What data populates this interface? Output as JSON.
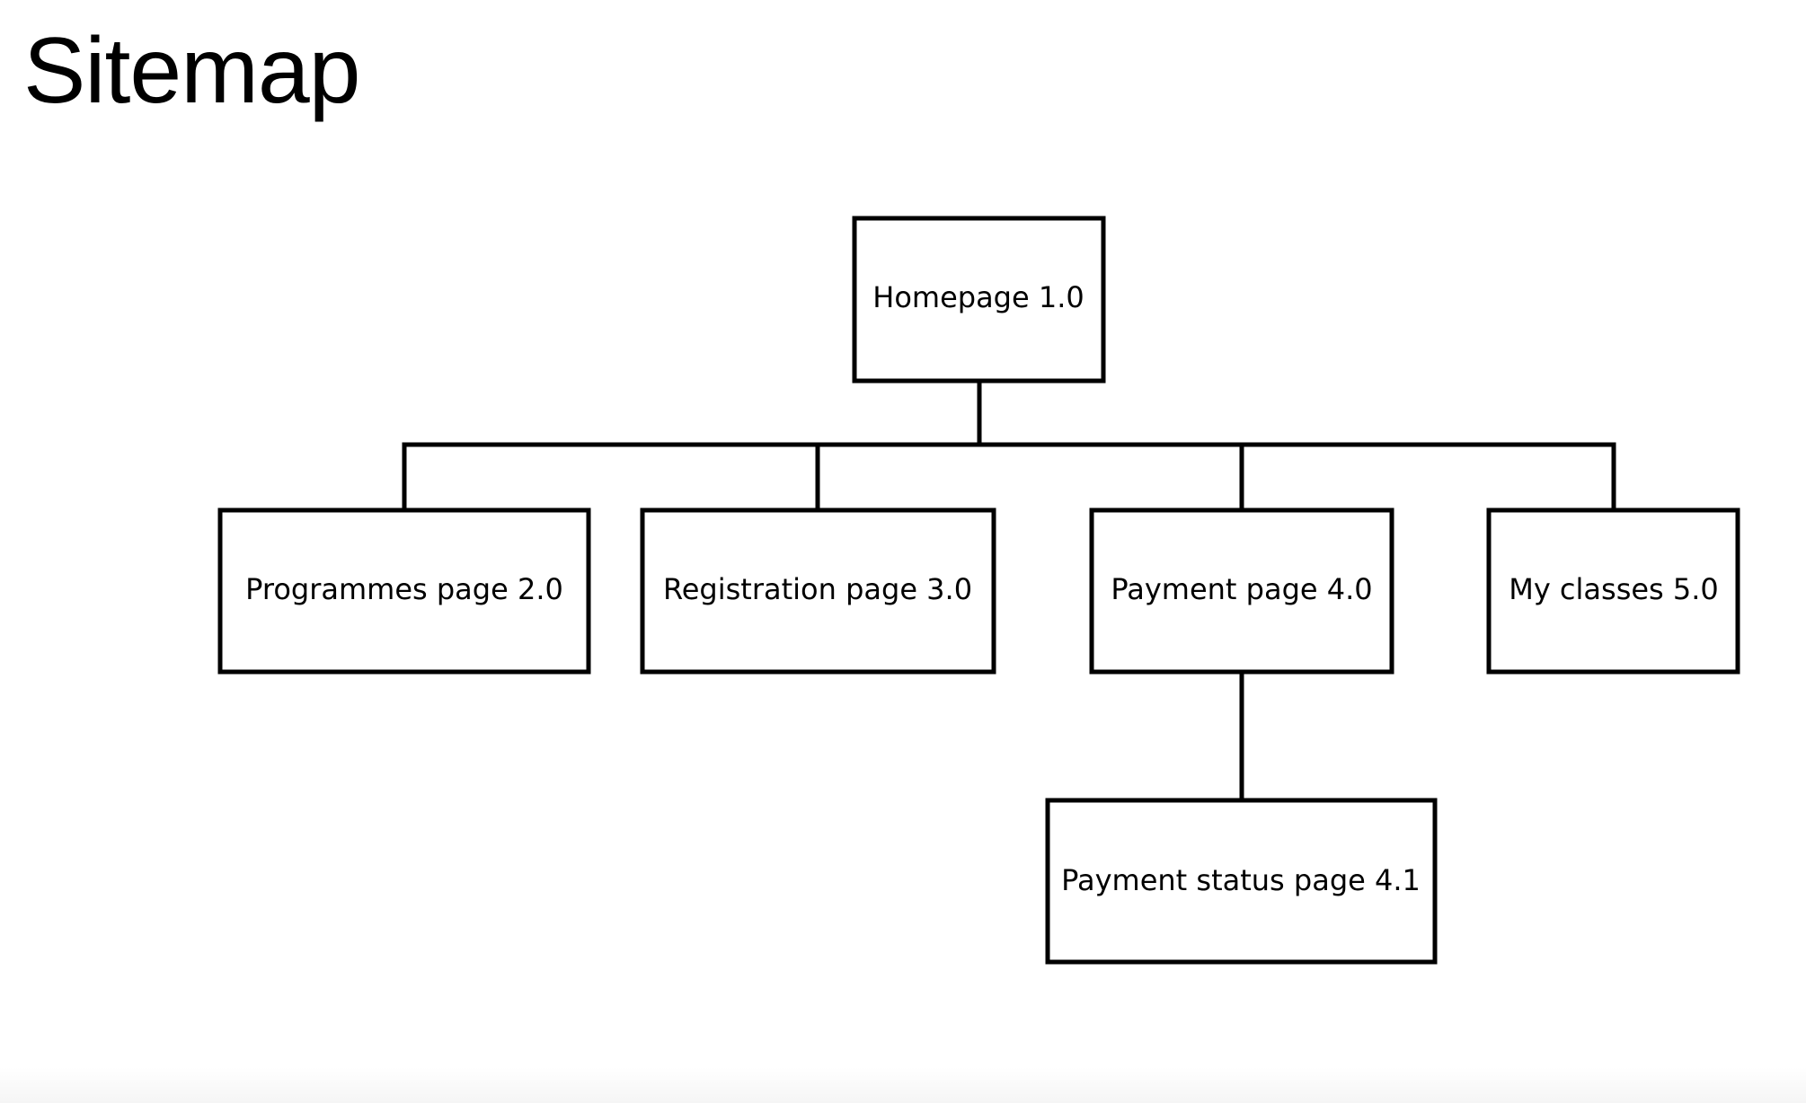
{
  "title": "Sitemap",
  "diagram": {
    "nodes": [
      {
        "id": "home",
        "label": "Homepage 1.0"
      },
      {
        "id": "programmes",
        "label": "Programmes page  2.0"
      },
      {
        "id": "registration",
        "label": "Registration page 3.0"
      },
      {
        "id": "payment",
        "label": "Payment page 4.0"
      },
      {
        "id": "classes",
        "label": "My classes 5.0"
      },
      {
        "id": "payment-status",
        "label": "Payment status page 4.1"
      }
    ],
    "edges": [
      {
        "from": "home",
        "to": "programmes"
      },
      {
        "from": "home",
        "to": "registration"
      },
      {
        "from": "home",
        "to": "payment"
      },
      {
        "from": "home",
        "to": "classes"
      },
      {
        "from": "payment",
        "to": "payment-status"
      }
    ]
  }
}
